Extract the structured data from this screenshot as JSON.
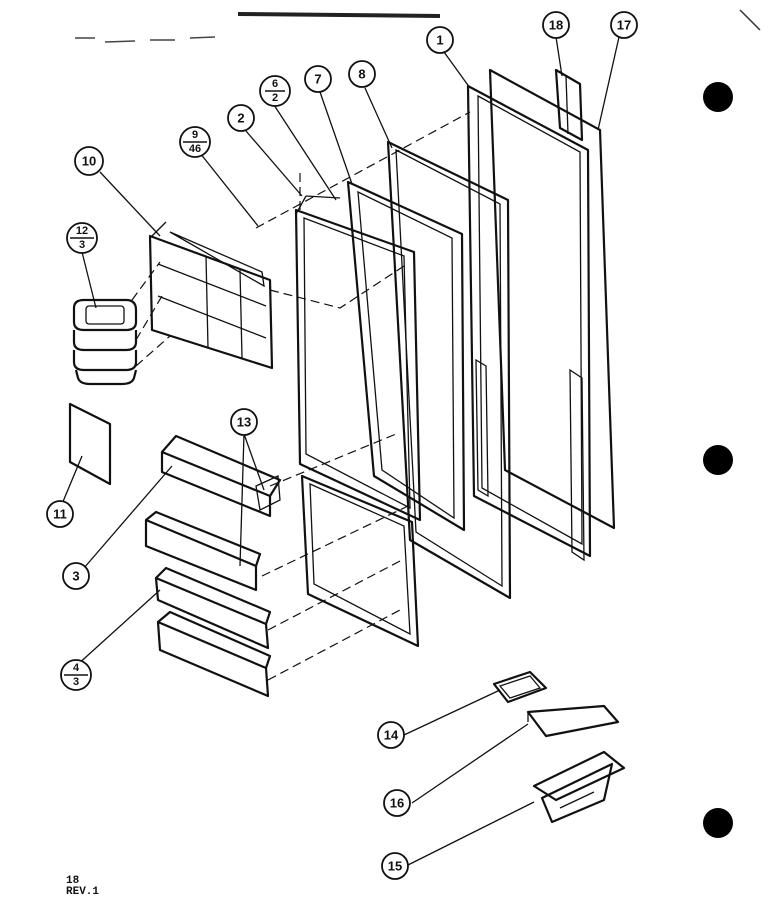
{
  "callouts": {
    "c1": "1",
    "c2": "2",
    "c3": "3",
    "c7": "7",
    "c8": "8",
    "c10": "10",
    "c11": "11",
    "c13": "13",
    "c14": "14",
    "c15": "15",
    "c16": "16",
    "c17": "17",
    "c18": "18",
    "c6_2": {
      "num": "6",
      "den": "2"
    },
    "c9_46": {
      "num": "9",
      "den": "46"
    },
    "c12_3": {
      "num": "12",
      "den": "3"
    },
    "c4_3": {
      "num": "4",
      "den": "3"
    }
  },
  "footer": {
    "page": "18",
    "rev": "REV.1"
  },
  "colors": {
    "ink": "#111111",
    "paper": "#ffffff"
  }
}
